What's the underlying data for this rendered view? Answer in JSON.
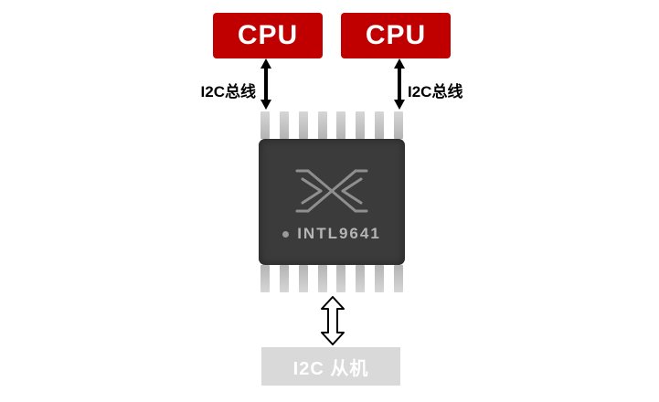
{
  "diagram": {
    "cpu_left": {
      "label": "CPU"
    },
    "cpu_right": {
      "label": "CPU"
    },
    "bus_label_left": "I2C总线",
    "bus_label_right": "I2C总线",
    "chip": {
      "label": "INTL9641"
    },
    "slave": {
      "label": "I2C 从机"
    }
  },
  "colors": {
    "cpu_bg": "#c00000",
    "cpu_text": "#ffffff",
    "chip_body": "#3b3b3b",
    "chip_text": "#b5b5b5",
    "pin": "#c6c6c6",
    "arrow": "#000000",
    "slave_bg": "#d9d9d9",
    "slave_text": "#ffffff"
  }
}
